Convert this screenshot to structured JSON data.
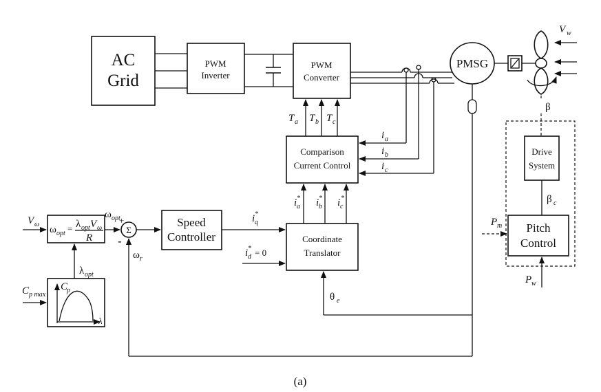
{
  "blocks": {
    "ac_grid": [
      "AC",
      "Grid"
    ],
    "pwm_inverter": [
      "PWM",
      "Inverter"
    ],
    "pwm_converter": [
      "PWM",
      "Converter"
    ],
    "pmsg": "PMSG",
    "comparison_current_control": [
      "Comparison",
      "Current  Control"
    ],
    "speed_controller": [
      "Speed",
      "Controller"
    ],
    "coordinate_translator": [
      "Coordinate",
      "Translator"
    ],
    "drive_system": [
      "Drive",
      "System"
    ],
    "pitch_control": [
      "Pitch",
      "Control"
    ],
    "opt_formula": "ω_opt = λ_opt V_ω / R",
    "cp_curve": "C_p vs λ"
  },
  "signals": {
    "v_w": "V",
    "v_w_sub": "w",
    "v_omega": "V",
    "v_omega_sub": "ω",
    "omega_opt": "ω",
    "omega_opt_sub": "opt",
    "omega_r": "ω",
    "omega_r_sub": "r",
    "lambda_opt": "λ",
    "lambda_opt_sub": "opt",
    "cp_max": "C",
    "cp_max_sub": "p max",
    "cp": "C",
    "cp_sub": "p",
    "lambda": "λ",
    "t_a": "T",
    "t_a_sub": "a",
    "t_b": "T",
    "t_b_sub": "b",
    "t_c": "T",
    "t_c_sub": "c",
    "i_a": "i",
    "i_a_sub": "a",
    "i_b": "i",
    "i_b_sub": "b",
    "i_c": "i",
    "i_c_sub": "c",
    "i_a_star": "i",
    "i_a_star_sub": "a",
    "i_b_star": "i",
    "i_b_star_sub": "b",
    "i_c_star": "i",
    "i_c_star_sub": "c",
    "i_q_star": "i",
    "i_q_star_sub": "q",
    "i_d_star": "i",
    "i_d_star_sub": "d",
    "i_d_eq": "= 0",
    "star": "*",
    "theta_e": "θ",
    "theta_e_sub": "e",
    "beta": "β",
    "beta_c": "β",
    "beta_c_sub": "c",
    "p_m": "P",
    "p_m_sub": "m",
    "p_w": "P",
    "p_w_sub": "w",
    "plus": "+",
    "minus": "-",
    "sigma": "Σ"
  },
  "formula": {
    "lhs": "ω",
    "lhs_sub": "opt",
    "eq": "=",
    "num_lambda": "λ",
    "num_lambda_sub": "opt",
    "num_v": "V",
    "num_v_sub": "ω",
    "den": "R"
  },
  "caption": "(a)"
}
